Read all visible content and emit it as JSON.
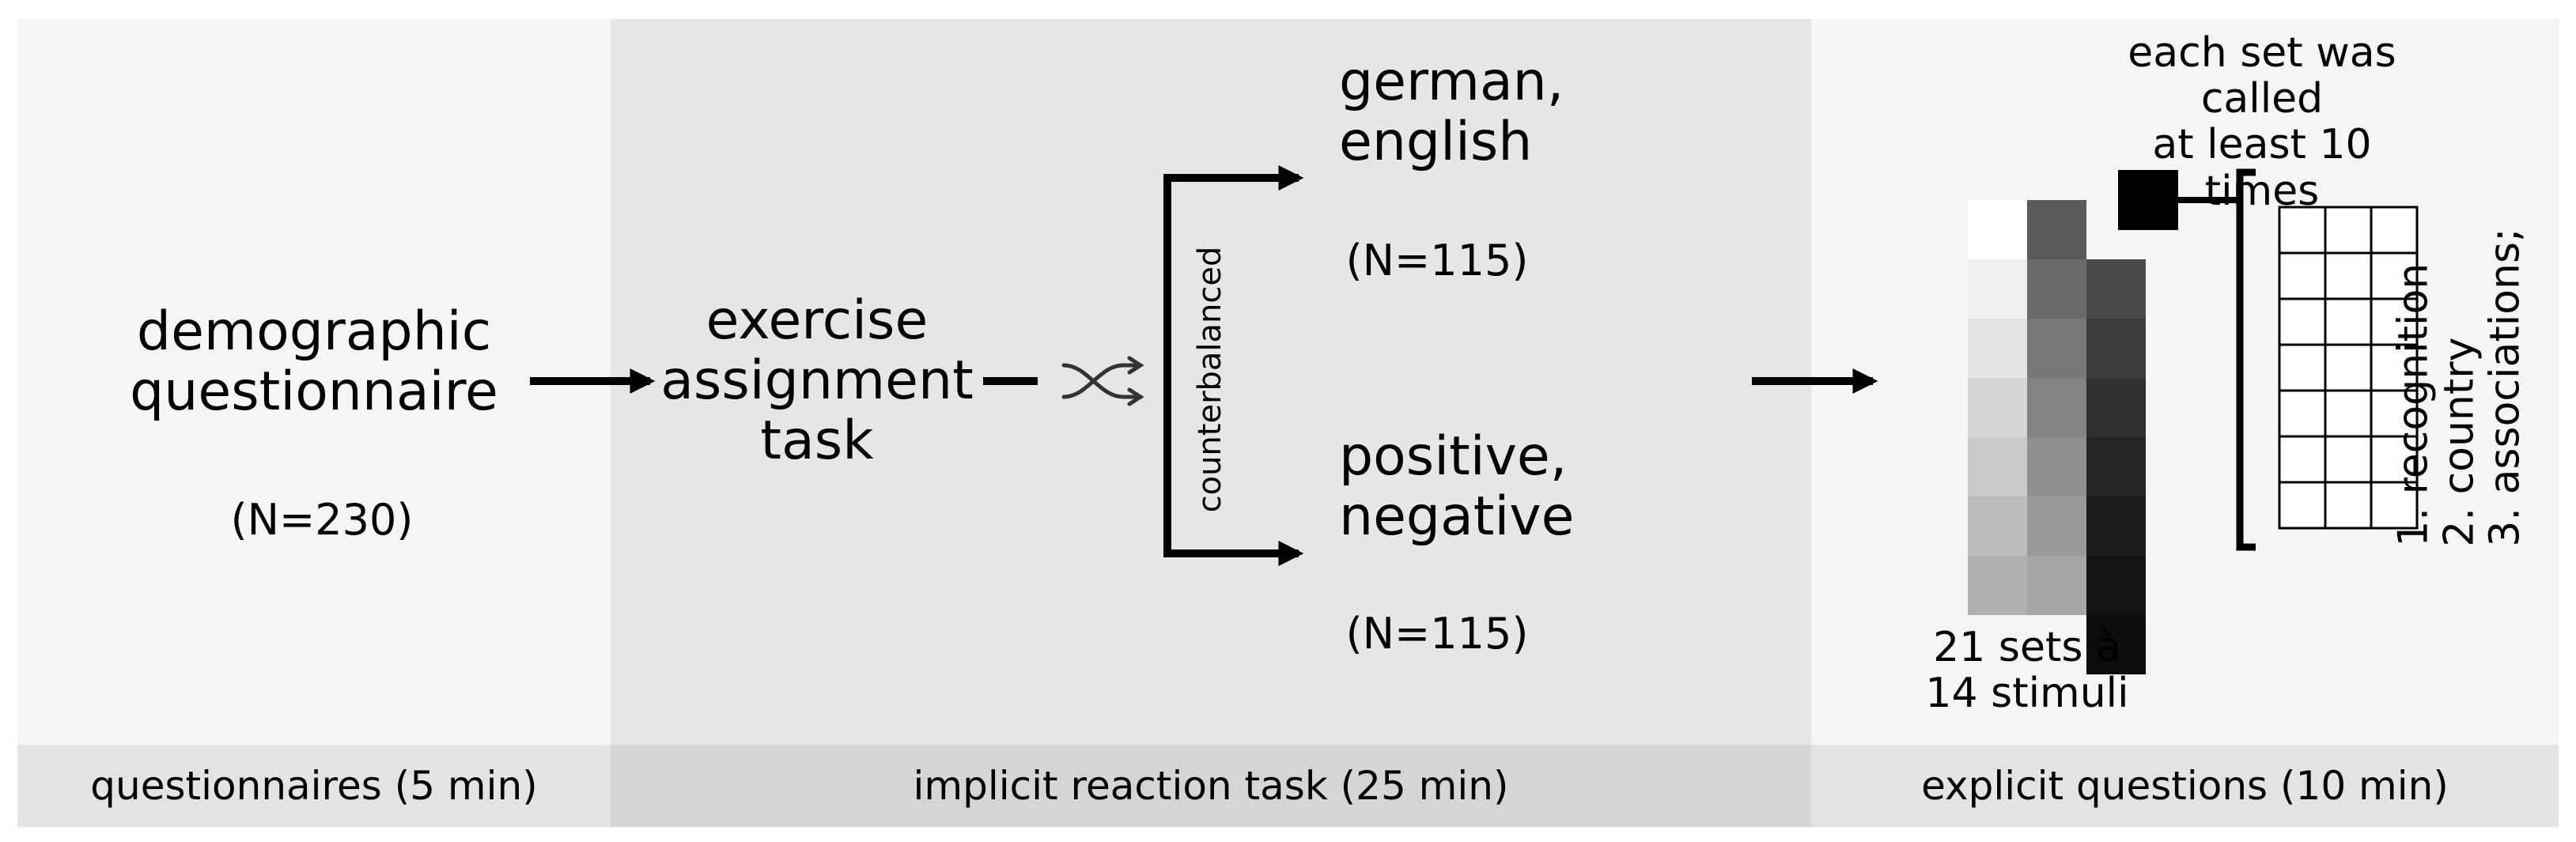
{
  "phases": {
    "left": {
      "title": "demographic\nquestionnaire",
      "n": "(N=230)",
      "footer": "questionnaires (5 min)"
    },
    "middle": {
      "task": "exercise\nassignment\ntask",
      "branch_label": "counterbalanced",
      "branch_top": {
        "title": "german,\nenglish",
        "n": "(N=115)"
      },
      "branch_bottom": {
        "title": "positive,\nnegative",
        "n": "(N=115)"
      },
      "footer": "implicit reaction task (25 min)"
    },
    "right": {
      "calls_note": "each set was called\nat least 10 times",
      "sets_note": "21 sets à\n14 stimuli",
      "items": "1. recognition\n2. country\n3. associations;",
      "footer": "explicit questions (10 min)"
    }
  },
  "icons": [
    "arrow-right-icon",
    "shuffle-icon",
    "bracket-icon",
    "square-marker-icon",
    "grid-icon"
  ],
  "colors": {
    "panel_light": "#f5f5f5",
    "panel_mid": "#e6e6e6",
    "footer_light": "#e3e3e3",
    "footer_mid": "#d5d5d5",
    "ink": "#000000"
  },
  "stimulus_swatches": {
    "columns": [
      [
        "#ffffff",
        "#efefef",
        "#e3e3e3",
        "#d6d6d6",
        "#c9c9c9",
        "#bcbcbc",
        "#b0b0b0"
      ],
      [
        "#5a5a5a",
        "#6a6a6a",
        "#787878",
        "#838383",
        "#8f8f8f",
        "#9a9a9a",
        "#a6a6a6"
      ],
      [
        "#4a4a4a",
        "#3c3c3c",
        "#303030",
        "#262626",
        "#1d1d1d",
        "#151515",
        "#0c0c0c"
      ]
    ]
  },
  "response_grid": {
    "rows": 7,
    "cols": 3
  }
}
